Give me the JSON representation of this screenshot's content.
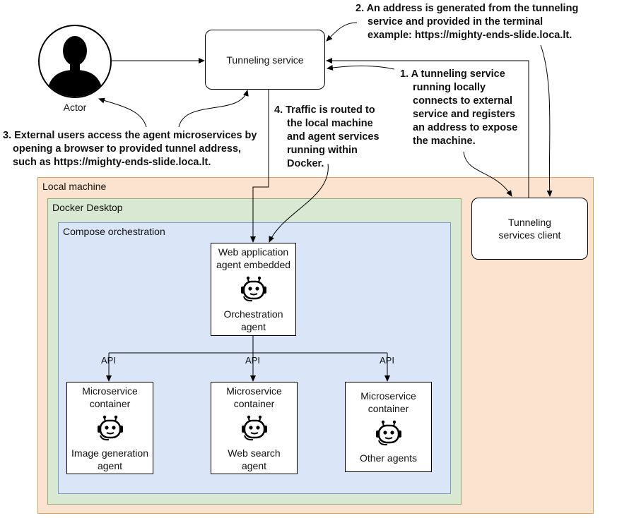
{
  "actor": {
    "label": "Actor"
  },
  "tunneling_service": {
    "label": "Tunneling service"
  },
  "tunneling_client": {
    "line1": "Tunneling",
    "line2": "services client"
  },
  "regions": {
    "local_machine": "Local machine",
    "docker_desktop": "Docker Desktop",
    "compose": "Compose orchestration"
  },
  "web_app": {
    "line1": "Web application",
    "line2": "agent embedded",
    "line3": "Orchestration",
    "line4": "agent"
  },
  "api_label": "API",
  "microservices": [
    {
      "line1": "Microservice",
      "line2": "container",
      "line3": "Image generation",
      "line4": "agent"
    },
    {
      "line1": "Microservice",
      "line2": "container",
      "line3": "Web search",
      "line4": "agent"
    },
    {
      "line1": "Microservice",
      "line2": "container",
      "line3": "Other agents",
      "line4": ""
    }
  ],
  "notes": {
    "n1": [
      "1. A tunneling service",
      "running locally",
      "connects to external",
      "service and registers",
      "an address to expose",
      "the machine."
    ],
    "n2": [
      "2. An address is generated from the tunneling",
      "service and provided in the terminal",
      "example: https://mighty-ends-slide.loca.lt."
    ],
    "n3": [
      "3. External users access the agent microservices by",
      "opening a browser to provided tunnel address,",
      "such as https://mighty-ends-slide.loca.lt."
    ],
    "n4": [
      "4. Traffic is routed to",
      "the local machine",
      "and agent services",
      "running within",
      "Docker."
    ]
  }
}
